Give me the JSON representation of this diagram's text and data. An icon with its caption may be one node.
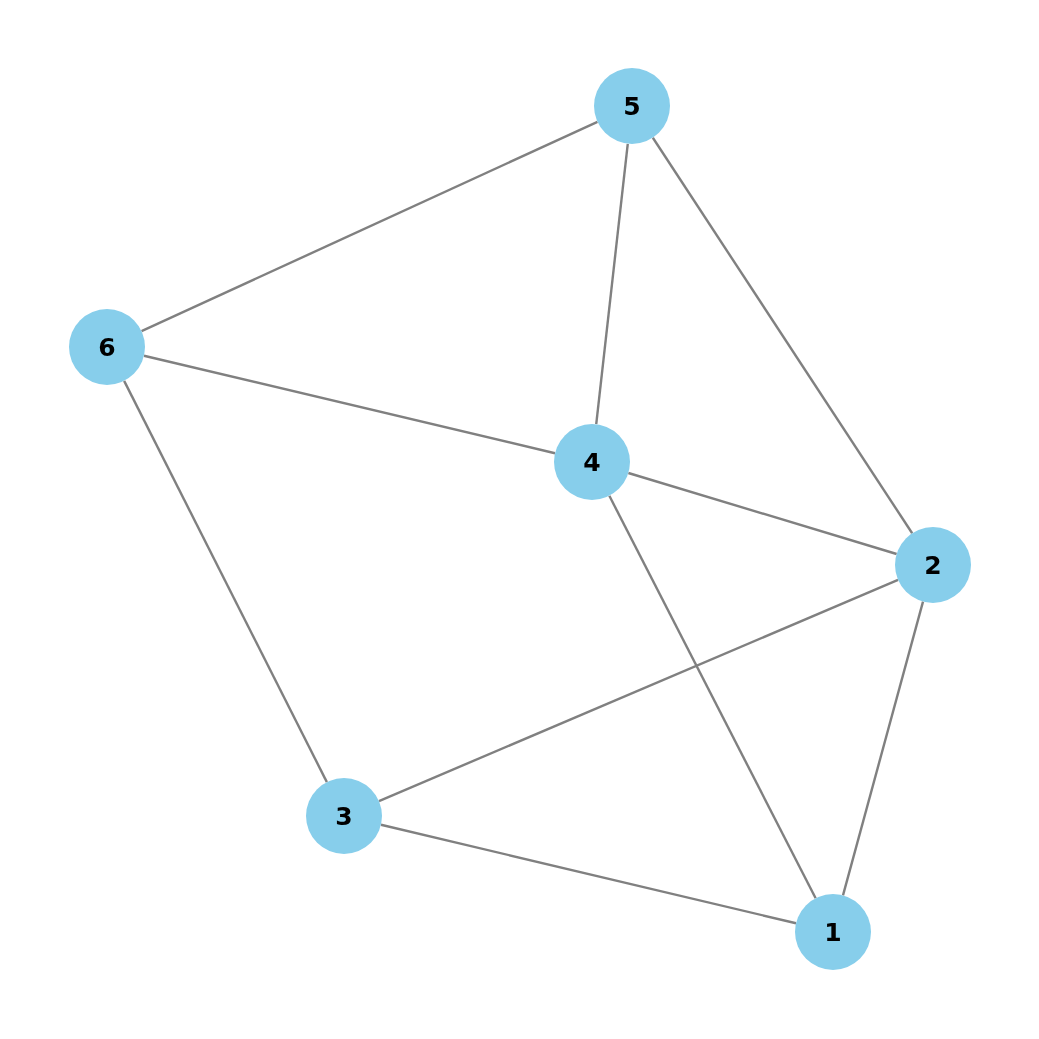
{
  "diagram": {
    "nodes": [
      {
        "text": [
          "5"
        ]
      },
      {
        "text": [
          "6"
        ]
      },
      {
        "text": [
          "4"
        ]
      },
      {
        "text": [
          "2"
        ]
      },
      {
        "text": [
          "3"
        ]
      },
      {
        "text": [
          "1"
        ]
      }
    ],
    "edges": [
      {
        "from": 0,
        "to": 1,
        "arrow": "none"
      },
      {
        "from": 0,
        "to": 2,
        "arrow": "none"
      },
      {
        "from": 0,
        "to": 3,
        "arrow": "none"
      },
      {
        "from": 1,
        "to": 2,
        "arrow": "none"
      },
      {
        "from": 1,
        "to": 4,
        "arrow": "none"
      },
      {
        "from": 2,
        "to": 3,
        "arrow": "none"
      },
      {
        "from": 2,
        "to": 5,
        "arrow": "none"
      },
      {
        "from": 3,
        "to": 4,
        "arrow": "none"
      },
      {
        "from": 3,
        "to": 5,
        "arrow": "none"
      },
      {
        "from": 4,
        "to": 5,
        "arrow": "none"
      }
    ]
  }
}
